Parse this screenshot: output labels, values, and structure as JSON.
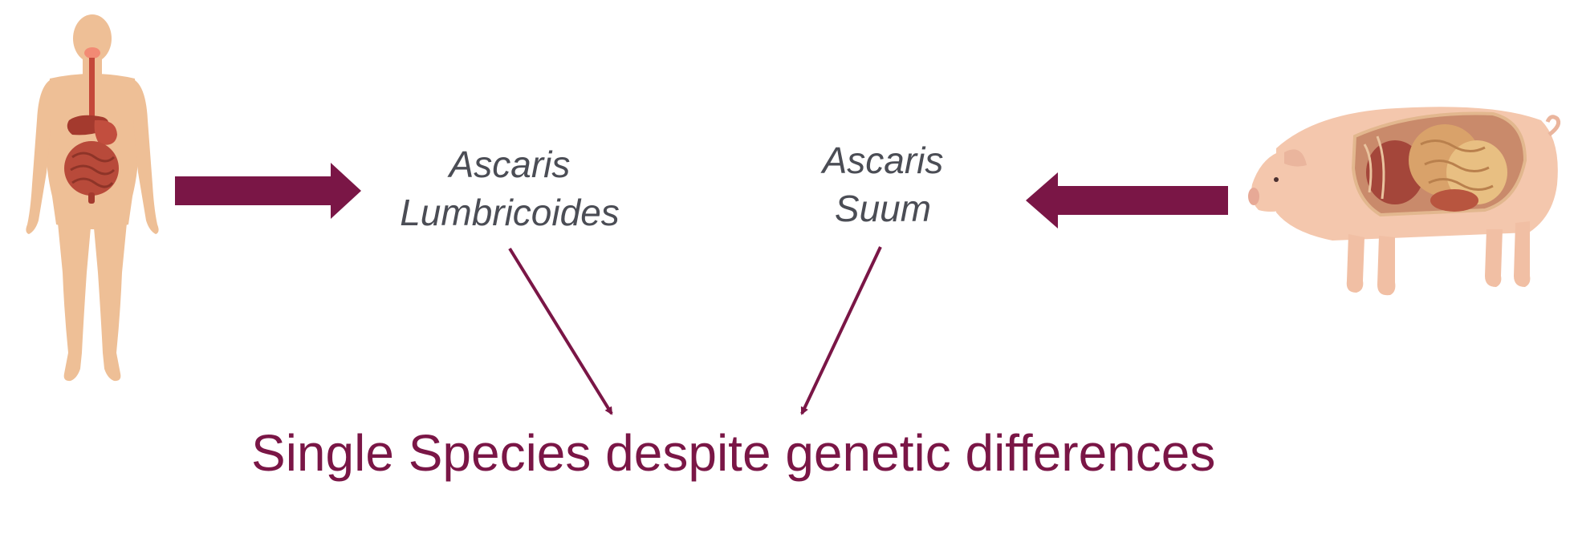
{
  "species_left": {
    "line1": "Ascaris",
    "line2": "Lumbricoides"
  },
  "species_right": {
    "line1": "Ascaris",
    "line2": "Suum"
  },
  "conclusion": "Single Species despite genetic differences",
  "colors": {
    "accent": "#7a1646",
    "species_text": "#4b4d55",
    "skin": "#eebf96",
    "organ": "#b84a3a",
    "pig_skin": "#f4c7ad"
  },
  "icons": {
    "human": "human-anatomy-icon",
    "pig": "pig-anatomy-icon"
  }
}
